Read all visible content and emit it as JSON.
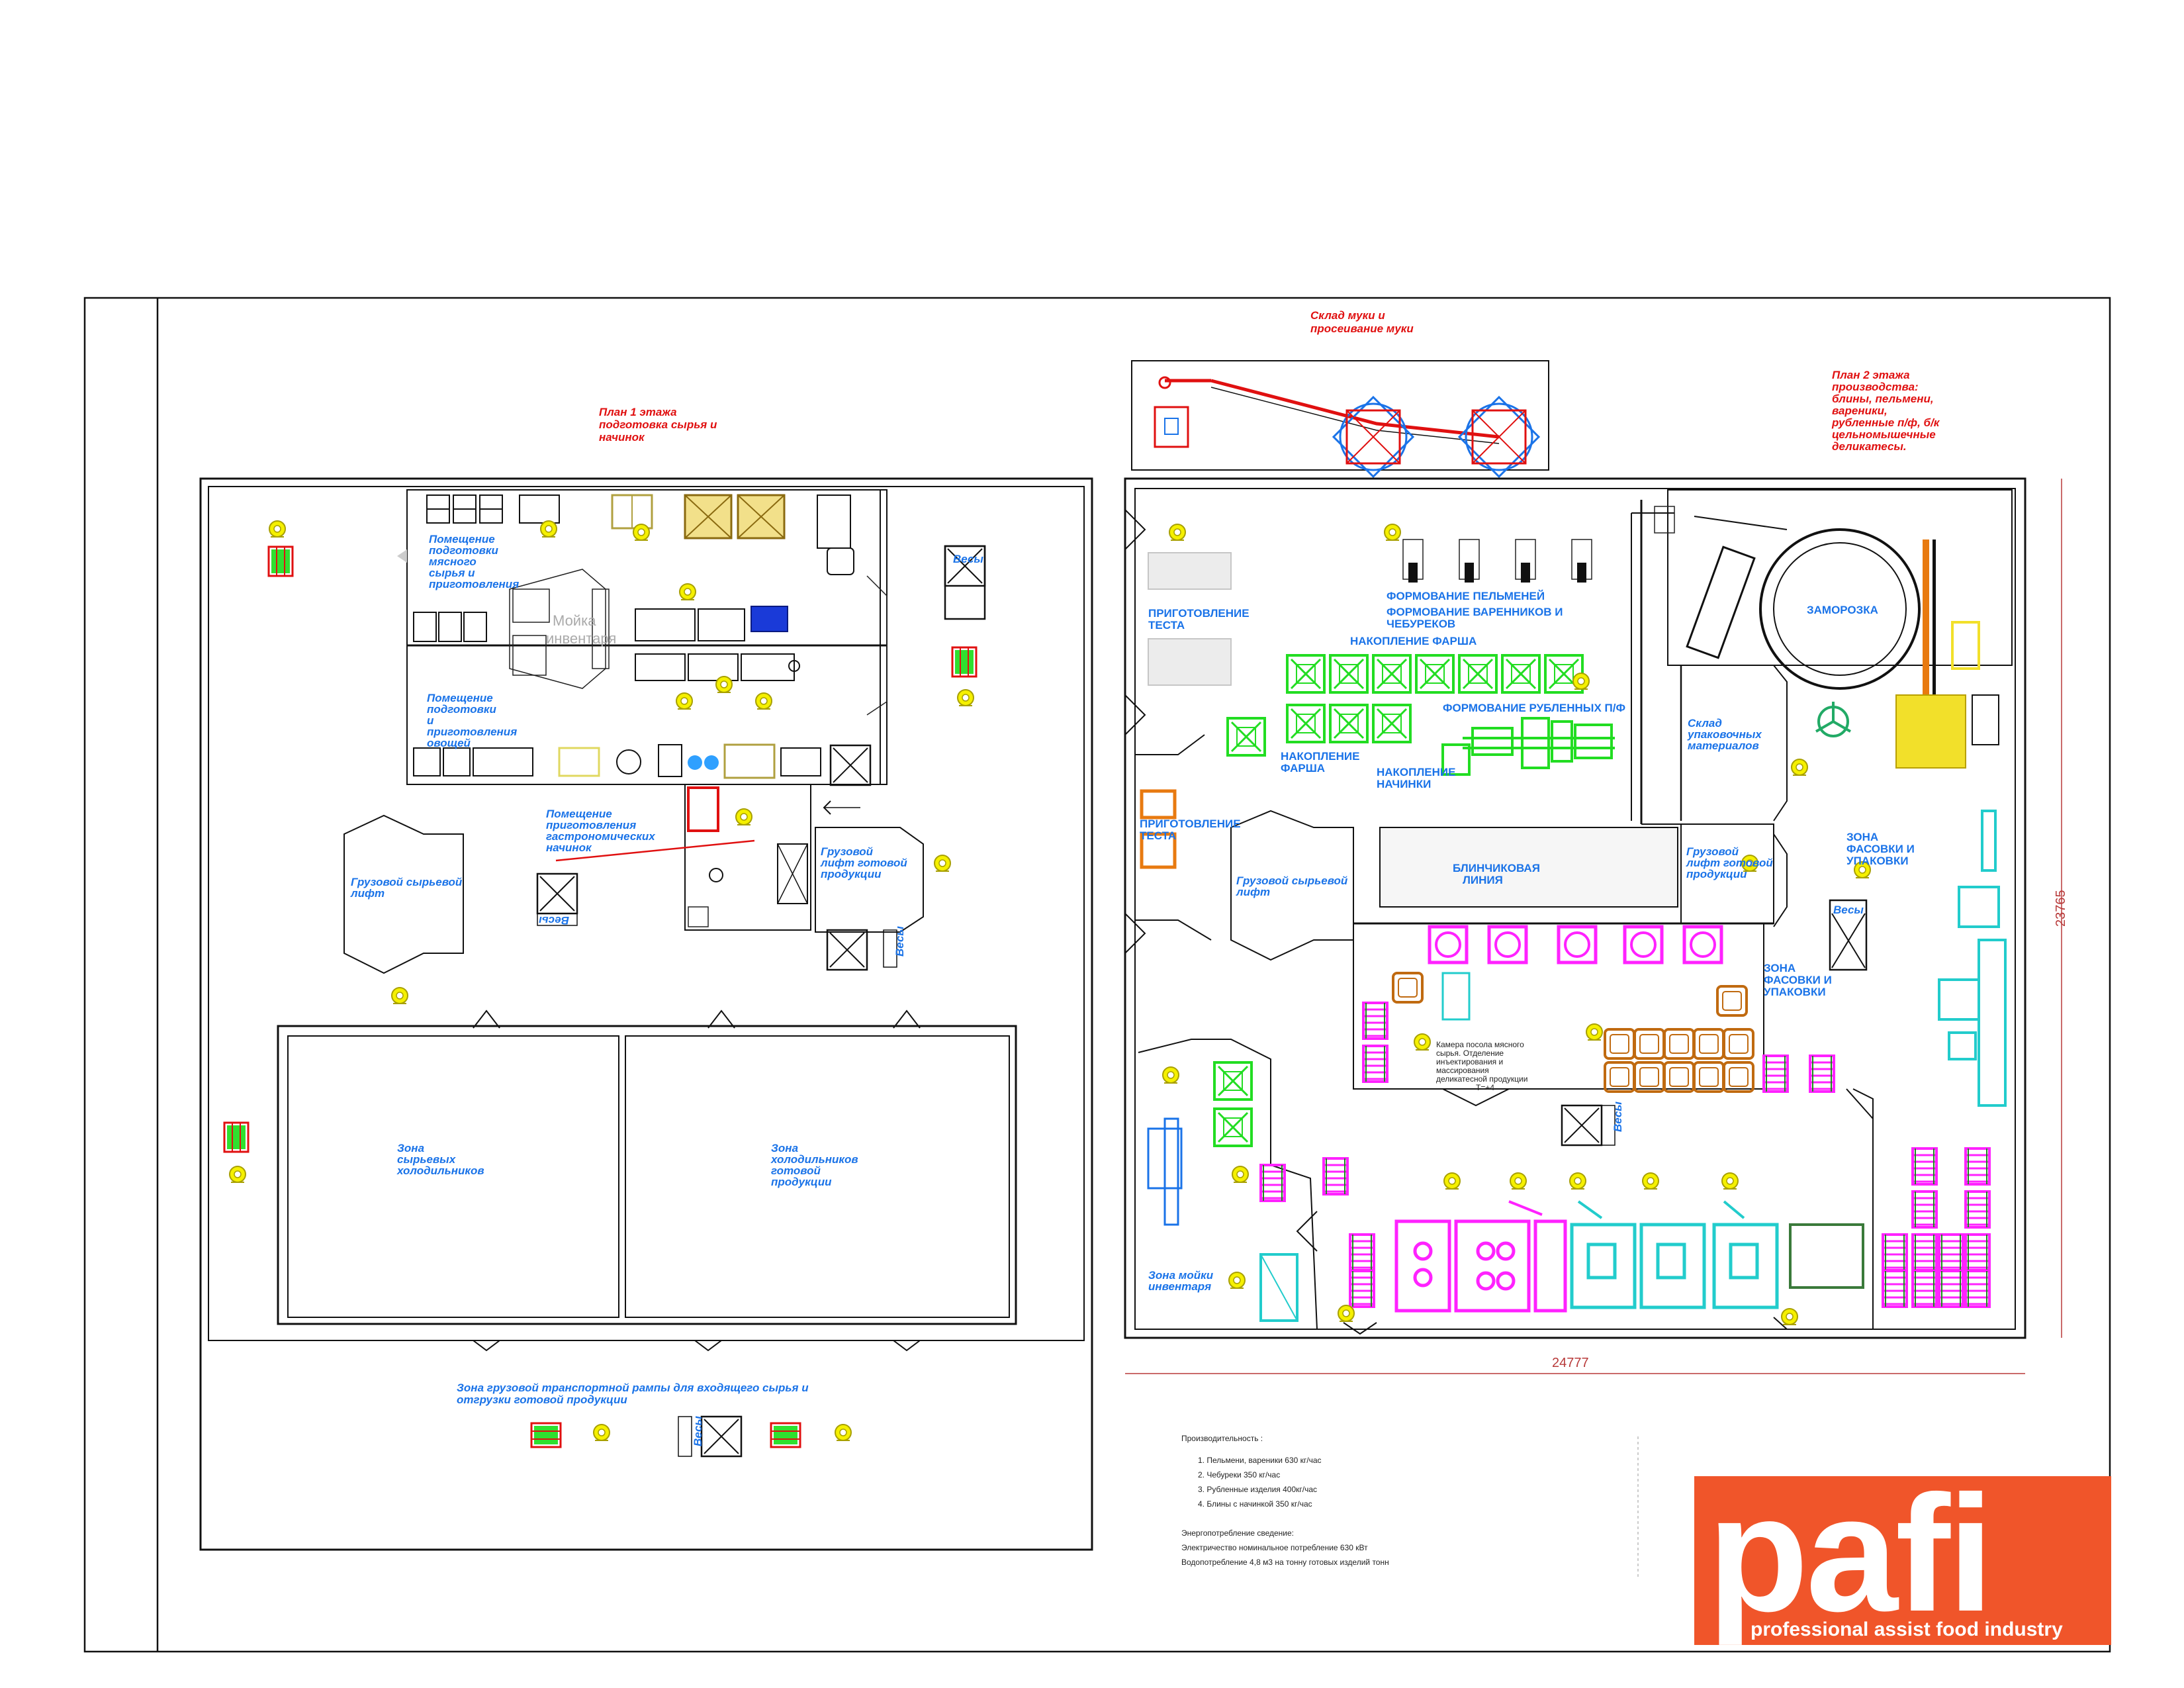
{
  "plan1": {
    "title_lines": [
      "План 1 этажа",
      "подготовка сырья и",
      "начинок"
    ],
    "rooms": [
      {
        "lines": [
          "Помещение",
          "подготовки",
          "мясного",
          "сырья и",
          "приготовления"
        ]
      },
      {
        "lines": [
          "Помещение",
          "подготовки",
          "и",
          "приготовления",
          "овощей"
        ]
      },
      {
        "lines": [
          "Помещение",
          "приготовления",
          "гастрономических",
          "начинок"
        ]
      },
      {
        "lines": [
          "Грузовой сырьевой",
          "лифт"
        ]
      },
      {
        "lines": [
          "Грузовой",
          "лифт готовой",
          "продукции"
        ]
      },
      {
        "lines": [
          "Зона",
          "сырьевых",
          "холодильников"
        ]
      },
      {
        "lines": [
          "Зона",
          "холодильников",
          "готовой",
          "продукции"
        ]
      },
      {
        "lines": [
          "Зона грузовой транспортной рампы для входящего сырья и",
          "отгрузки готовой продукции"
        ]
      }
    ],
    "moika": [
      "Мойка",
      "инвентаря"
    ],
    "scales": "Весы"
  },
  "plan2": {
    "flour_lines": [
      "Склад муки и",
      "просеивание муки"
    ],
    "title_lines": [
      "План 2 этажа",
      "производства:",
      "блины, пельмени,",
      "вареники,",
      "рубленные п/ф, б/к",
      "цельномышечные",
      "деликатесы."
    ],
    "zones": [
      {
        "lines": [
          "ПРИГОТОВЛЕНИЕ",
          "ТЕСТА"
        ]
      },
      {
        "lines": [
          "ФОРМОВАНИЕ ПЕЛЬМЕНЕЙ"
        ]
      },
      {
        "lines": [
          "ФОРМОВАНИЕ ВАРЕННИКОВ И",
          "ЧЕБУРЕКОВ"
        ]
      },
      {
        "lines": [
          "НАКОПЛЕНИЕ ФАРША"
        ]
      },
      {
        "lines": [
          "ЗАМОРОЗКА"
        ]
      },
      {
        "lines": [
          "ФОРМОВАНИЕ РУБЛЕННЫХ П/Ф"
        ]
      },
      {
        "lines": [
          "НАКОПЛЕНИЕ",
          "ФАРША"
        ]
      },
      {
        "lines": [
          "НАКОПЛЕНИЕ",
          "НАЧИНКИ"
        ]
      },
      {
        "lines": [
          "Склад",
          "упаковочных",
          "материалов"
        ]
      },
      {
        "lines": [
          "ПРИГОТОВЛЕНИЕ",
          "ТЕСТА"
        ]
      },
      {
        "lines": [
          "Грузовой сырьевой",
          "лифт"
        ]
      },
      {
        "lines": [
          "БЛИНЧИКОВАЯ",
          "ЛИНИЯ"
        ]
      },
      {
        "lines": [
          "Грузовой",
          "лифт готовой",
          "продукции"
        ]
      },
      {
        "lines": [
          "ЗОНА",
          "ФАСОВКИ И",
          "УПАКОВКИ"
        ]
      },
      {
        "lines": [
          "ЗОНА",
          "ФАСОВКИ И",
          "УПАКОВКИ"
        ]
      },
      {
        "lines": [
          "Зона мойки",
          "инвентаря"
        ]
      }
    ],
    "chamber_lines": [
      "Камера посола мясного",
      "сырья. Отделение",
      "инъектирования и",
      "массирования",
      "деликатесной продукции",
      "Т=+4"
    ],
    "scales": "Весы",
    "dim_width": "24777",
    "dim_height": "23765"
  },
  "productivity": {
    "title": "Производительность :",
    "items": [
      "1.   Пельмени, вареники 630 кг/час",
      "2.   Чебуреки 350 кг/час",
      "3.   Рубленные изделия 400кг/час",
      "4.   Блины с начинкой 350 кг/час"
    ],
    "energy_title": "Энергопотребление сведение:",
    "energy_lines": [
      "Электричество номинальное потребление 630 кВт",
      "Водопотребление 4,8 м3 на тонну готовых изделий тонн"
    ]
  },
  "logo": {
    "word": "pafi",
    "tagline": "professional assist food industry"
  },
  "colors": {
    "blue_label": "#1a73e8",
    "red_label": "#e01010",
    "logo_bg": "#f0552a",
    "green": "#22dd22",
    "magenta": "#ff22ff",
    "cyan": "#22cccc",
    "orange": "#e87a10",
    "yellow": "#f2e02a"
  }
}
